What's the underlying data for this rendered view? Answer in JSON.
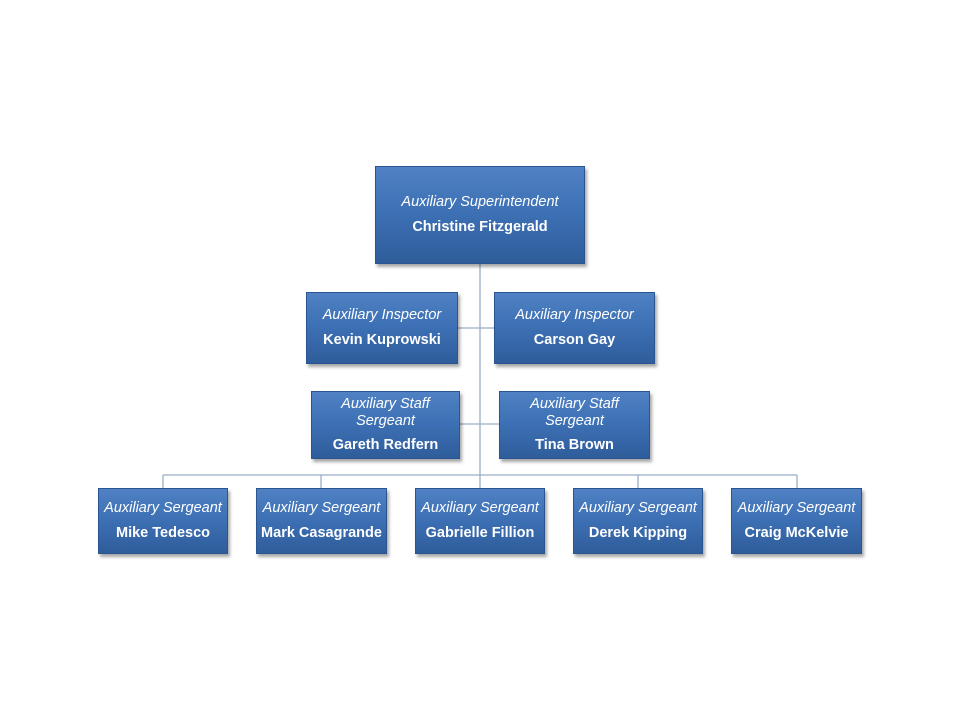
{
  "org_chart": {
    "top": {
      "title": "Auxiliary Superintendent",
      "name": "Christine Fitzgerald"
    },
    "inspectors": [
      {
        "title": "Auxiliary Inspector",
        "name": "Kevin Kuprowski"
      },
      {
        "title": "Auxiliary Inspector",
        "name": "Carson Gay"
      }
    ],
    "staff_sergeants": [
      {
        "title": "Auxiliary Staff Sergeant",
        "name": "Gareth Redfern"
      },
      {
        "title": "Auxiliary Staff Sergeant",
        "name": "Tina Brown"
      }
    ],
    "sergeants": [
      {
        "title": "Auxiliary Sergeant",
        "name": "Mike Tedesco"
      },
      {
        "title": "Auxiliary Sergeant",
        "name": "Mark Casagrande"
      },
      {
        "title": "Auxiliary Sergeant",
        "name": "Gabrielle Fillion"
      },
      {
        "title": "Auxiliary Sergeant",
        "name": "Derek Kipping"
      },
      {
        "title": "Auxiliary Sergeant",
        "name": "Craig McKelvie"
      }
    ]
  },
  "colors": {
    "box_fill_top": "#4f81c4",
    "box_fill_bottom": "#2f5d9b",
    "connector": "#9aaec6",
    "text": "#ffffff"
  }
}
